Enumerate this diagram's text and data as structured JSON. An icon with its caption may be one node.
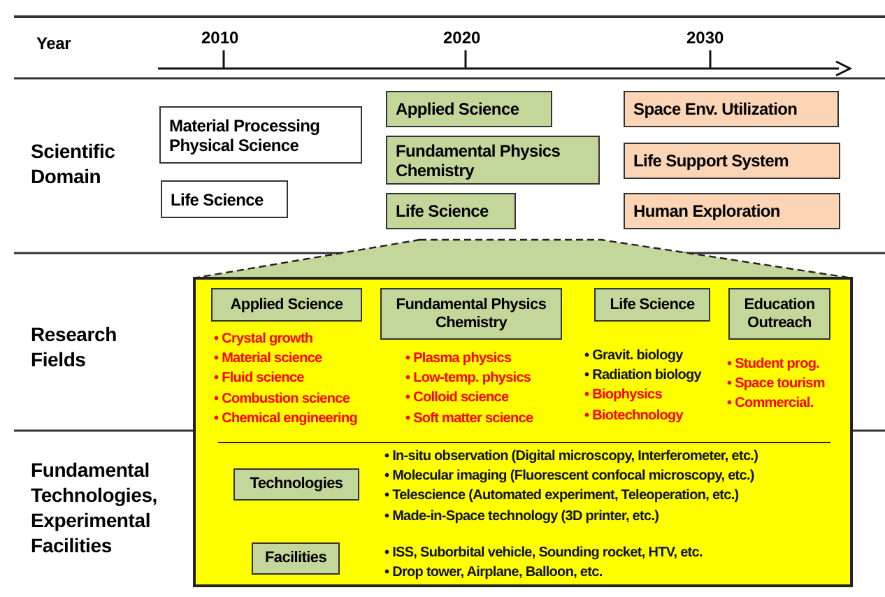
{
  "diagram": {
    "nodes": [
      {
        "text": [
          "Material Processing Physical Science"
        ]
      },
      {
        "text": [
          "Life Science"
        ]
      },
      {
        "text": [
          "Applied Science"
        ]
      },
      {
        "text": [
          "Fundamental Physics Chemistry"
        ]
      },
      {
        "text": [
          "Life Science"
        ]
      },
      {
        "text": [
          "Space Env. Utilization"
        ]
      },
      {
        "text": [
          "Life Support System"
        ]
      },
      {
        "text": [
          "Human Exploration"
        ]
      },
      {
        "text": [],
        "shape": "trapezoid"
      },
      {
        "text": [],
        "shape": "box"
      },
      {
        "text": [
          "Applied Science"
        ],
        "in": 9,
        "beside": [
          "• Crystal growth",
          "• Material science",
          "• Fluid science",
          "• Combustion science",
          "• Chemical engineering"
        ]
      },
      {
        "text": [
          "Fundamental  Physics Chemistry"
        ],
        "in": 9,
        "beside": [
          "• Plasma physics",
          "• Low-temp. physics",
          "• Colloid science",
          "• Soft matter science"
        ]
      },
      {
        "text": [
          "Life Science"
        ],
        "in": 9,
        "beside": [
          "• Gravit. biology",
          "• Radiation biology",
          "• Biophysics",
          "• Biotechnology"
        ]
      },
      {
        "text": [
          "Education Outreach"
        ],
        "in": 9,
        "beside": [
          "• Student prog.",
          "• Space tourism",
          "• Commercial."
        ]
      },
      {
        "text": [
          "Technologies"
        ],
        "in": 9,
        "beside": [
          "• In-situ observation (Digital microscopy, Interferometer, etc.)",
          "• Molecular imaging (Fluorescent confocal microscopy, etc.)",
          "• Telescience (Automated experiment, Teleoperation, etc.)",
          "• Made-in-Space technology (3D printer, etc.)"
        ]
      },
      {
        "text": [
          "Facilities"
        ],
        "in": 9,
        "beside": [
          "• ISS, Suborbital vehicle, Sounding rocket, HTV, etc.",
          "• Drop tower, Airplane, Balloon, etc."
        ]
      }
    ],
    "edges": [],
    "labels": [
      "Year",
      "2010",
      "2020",
      "2030",
      "Scientific Domain",
      "Research Fields",
      "Fundamental Technologies, Experimental Facilities"
    ]
  }
}
